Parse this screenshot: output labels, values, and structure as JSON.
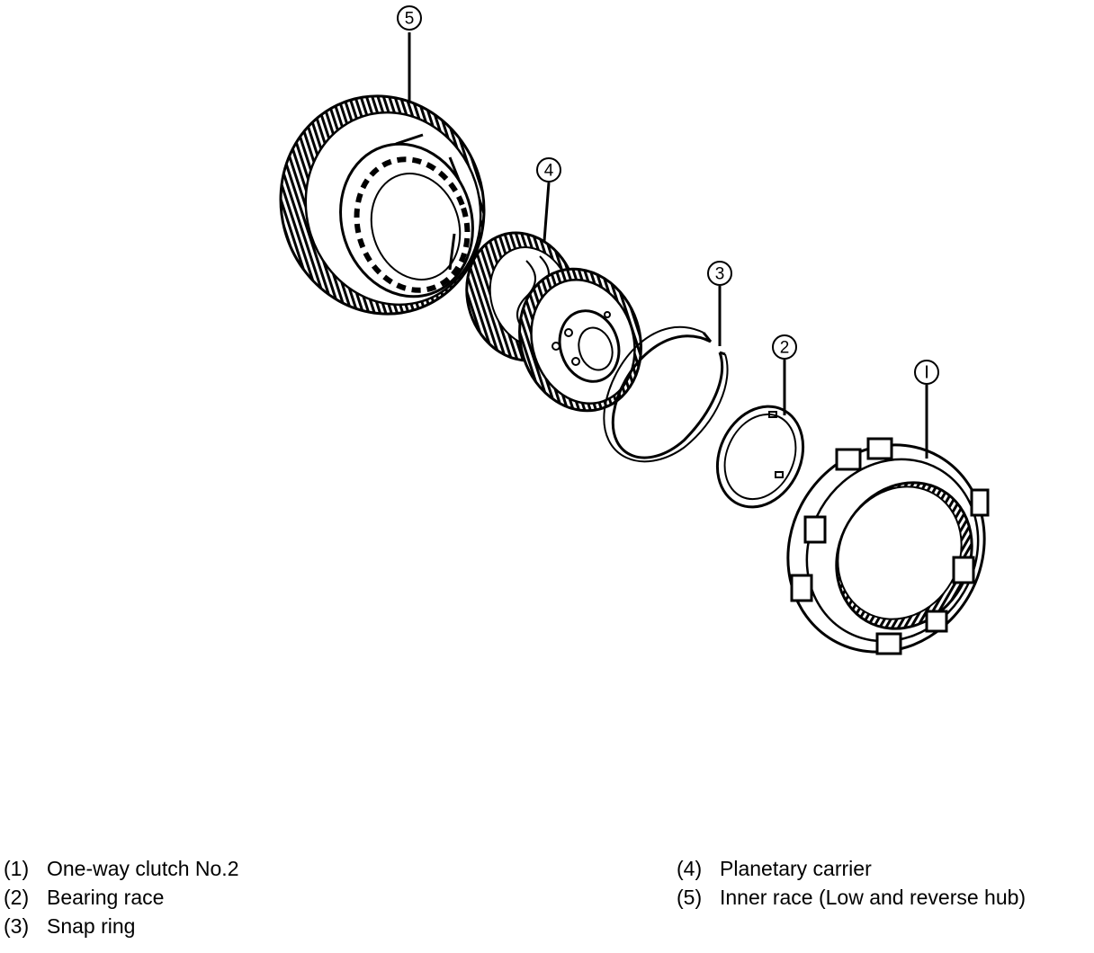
{
  "callouts": [
    {
      "id": "1",
      "glyph": "Ⅰ"
    },
    {
      "id": "2",
      "glyph": "2"
    },
    {
      "id": "3",
      "glyph": "3"
    },
    {
      "id": "4",
      "glyph": "4"
    },
    {
      "id": "5",
      "glyph": "5"
    }
  ],
  "legend": {
    "left": [
      {
        "num": "(1)",
        "label": "One-way clutch No.2"
      },
      {
        "num": "(2)",
        "label": "Bearing race"
      },
      {
        "num": "(3)",
        "label": "Snap ring"
      }
    ],
    "right": [
      {
        "num": "(4)",
        "label": "Planetary carrier"
      },
      {
        "num": "(5)",
        "label": "Inner race (Low and reverse hub)"
      }
    ]
  }
}
